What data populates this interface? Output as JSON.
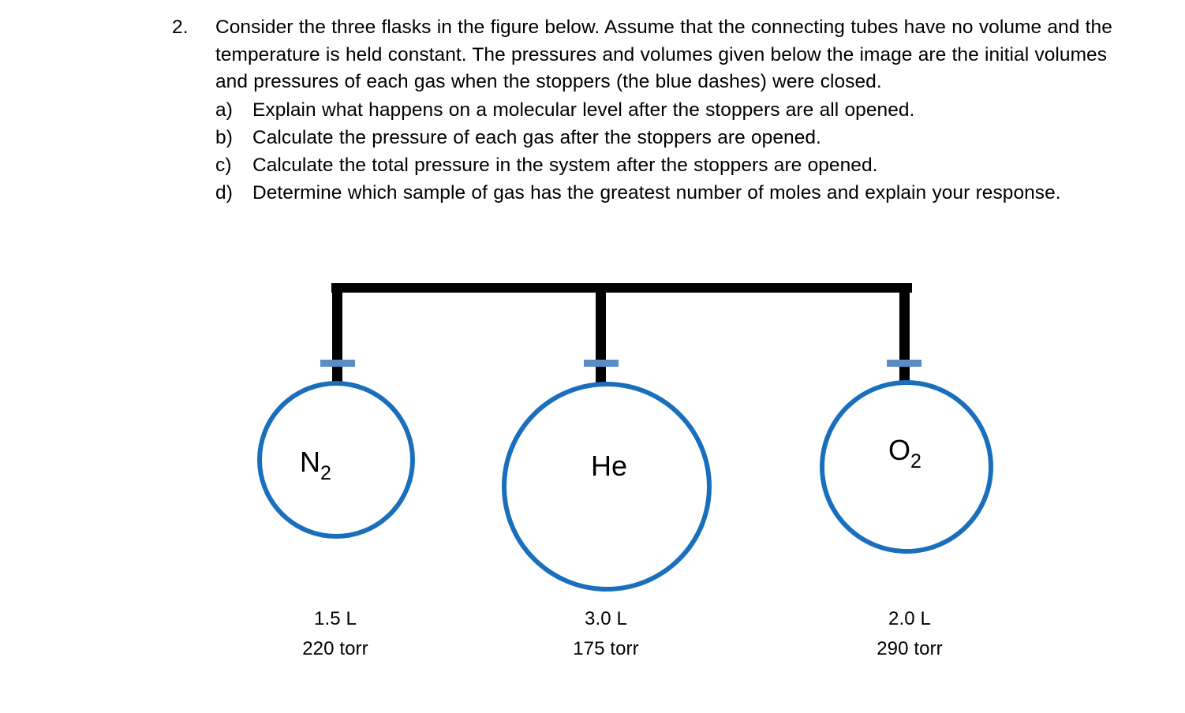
{
  "question": {
    "number": "2.",
    "stem": "Consider the three flasks in the figure below.  Assume that the connecting tubes have no volume and the temperature is held constant. The pressures and volumes given below the image are the initial volumes and pressures of each gas when the stoppers (the blue dashes) were closed.",
    "sub_questions": [
      {
        "marker": "a)",
        "text": "Explain what happens on a molecular level after the stoppers are all opened."
      },
      {
        "marker": "b)",
        "text": "Calculate the pressure of each gas after the stoppers are opened."
      },
      {
        "marker": "c)",
        "text": "Calculate the total pressure in the system after the stoppers are opened."
      },
      {
        "marker": "d)",
        "text": "Determine which sample of gas has the greatest number of moles and explain your response."
      }
    ]
  },
  "figure": {
    "colors": {
      "tube": "#000000",
      "flask_outline": "#1A6FBD",
      "stopper": "#5B8CC8",
      "background": "#FFFFFF"
    },
    "flasks": [
      {
        "id": "n2",
        "gas_label": "N",
        "gas_subscript": "2",
        "volume": "1.5 L",
        "pressure": "220 torr"
      },
      {
        "id": "he",
        "gas_label": "He",
        "gas_subscript": "",
        "volume": "3.0 L",
        "pressure": "175 torr"
      },
      {
        "id": "o2",
        "gas_label": "O",
        "gas_subscript": "2",
        "volume": "2.0 L",
        "pressure": "290 torr"
      }
    ]
  }
}
